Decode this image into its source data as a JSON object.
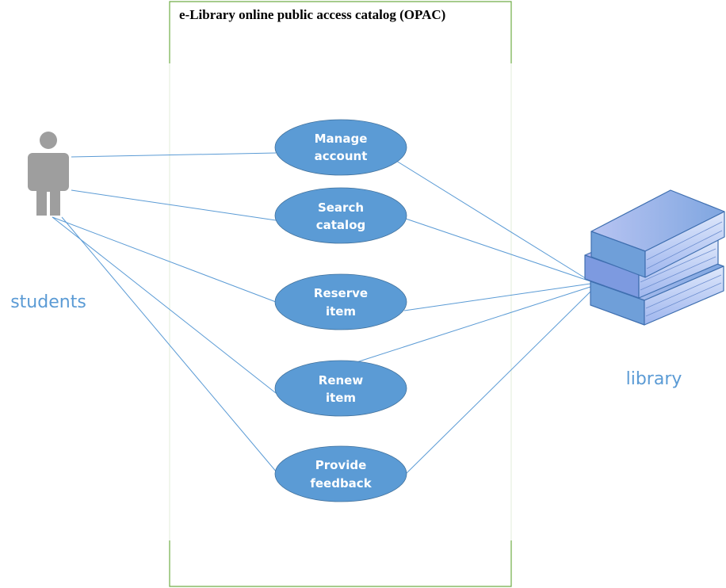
{
  "title": "e-Library online public access catalog (OPAC)",
  "actors": {
    "students": {
      "label": "students",
      "icon": "person-icon"
    },
    "library": {
      "label": "library",
      "icon": "book-stack-icon"
    }
  },
  "use_cases": [
    {
      "line1": "Manage",
      "line2": "account"
    },
    {
      "line1": "Search",
      "line2": "catalog"
    },
    {
      "line1": "Reserve",
      "line2": "item"
    },
    {
      "line1": "Renew",
      "line2": "item"
    },
    {
      "line1": "Provide",
      "line2": "feedback"
    }
  ],
  "colors": {
    "use_case_fill": "#5B9BD5",
    "use_case_text": "#FFFFFF",
    "line": "#5B9BD5",
    "boundary": "#70AD47",
    "actor_label": "#5B9BD5",
    "person": "#9E9E9E"
  }
}
